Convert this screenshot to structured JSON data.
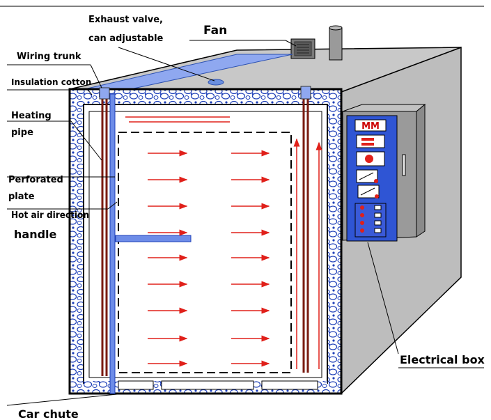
{
  "labels": {
    "exhaust_valve_line1": "Exhaust valve,",
    "exhaust_valve_line2": "can adjustable",
    "fan": "Fan",
    "wiring_trunk": "Wiring trunk",
    "insulation_cotton": "Insulation cotton",
    "heating_line1": "Heating",
    "heating_line2": "pipe",
    "perforated_line1": "Perforated",
    "perforated_line2": "plate",
    "hot_air_direction": "Hot air direction",
    "handle": "handle",
    "electrical_box": "Electrical box",
    "car_chute": "Car chute"
  },
  "panel": {
    "display_text": "MM"
  },
  "colors": {
    "cabinet_gray": "#bdbdbd",
    "insulation_blue": "#1d3fb8",
    "hot_air_red": "#e0201a",
    "panel_blue": "#2f55d4",
    "heating_pipe": "#7a1a10"
  }
}
